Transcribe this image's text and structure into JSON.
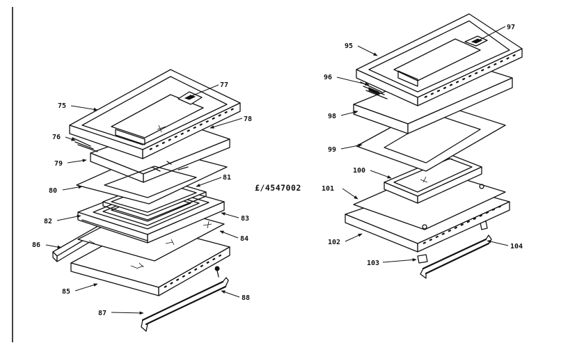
{
  "diagram": {
    "reference_number": "£/4547002",
    "left_assembly_labels": [
      "75",
      "76",
      "77",
      "78",
      "79",
      "80",
      "81",
      "82",
      "83",
      "84",
      "85",
      "86",
      "87",
      "88"
    ],
    "right_assembly_labels": [
      "95",
      "96",
      "97",
      "98",
      "99",
      "100",
      "101",
      "102",
      "103",
      "104"
    ]
  },
  "labels": {
    "l75": "75",
    "l76": "76",
    "l77": "77",
    "l78": "78",
    "l79": "79",
    "l80": "80",
    "l81": "81",
    "l82": "82",
    "l83": "83",
    "l84": "84",
    "l85": "85",
    "l86": "86",
    "l87": "87",
    "l88": "88",
    "l95": "95",
    "l96": "96",
    "l97": "97",
    "l98": "98",
    "l99": "99",
    "l100": "100",
    "l101": "101",
    "l102": "102",
    "l103": "103",
    "l104": "104"
  }
}
